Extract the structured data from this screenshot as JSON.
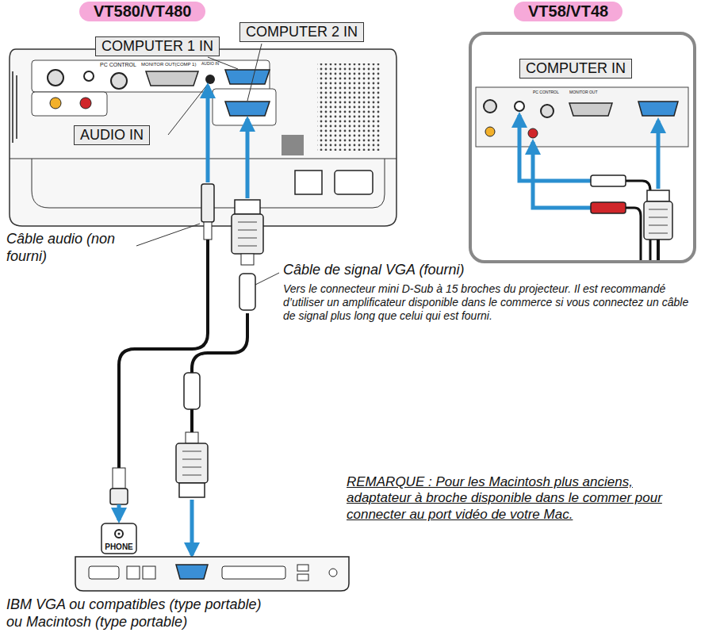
{
  "diagram": {
    "nodes": [
      {
        "text": [
          "VT580/VT480"
        ]
      },
      {
        "text": [
          "VT58/VT48"
        ]
      },
      {
        "text": [
          "COMPUTER 1 IN"
        ]
      },
      {
        "text": [
          "COMPUTER 2 IN"
        ]
      },
      {
        "text": [
          "AUDIO IN"
        ]
      },
      {
        "text": [
          "COMPUTER IN"
        ]
      }
    ],
    "labels": [
      "Câble audio (non fourni)",
      "Câble de signal VGA (fourni)",
      "Vers le connecteur mini D-Sub à 15 broches du projecteur. Il est recommandé d’utiliser un amplificateur disponible dans le commerce si vous connectez un câble de signal plus long que celui qui est fourni.",
      "REMARQUE : Pour les Macintosh plus anciens, adaptateur à broche disponible dans le commer pour connecter au port vidéo de votre Mac.",
      "PHONE",
      "IBM VGA ou compatibles (type portable) ou Macintosh (type portable)",
      "PC CONTROL",
      "MONITOR OUT(COMP 1)",
      "AUDIO IN",
      "PC CONTROL",
      "MONITOR OUT"
    ]
  }
}
